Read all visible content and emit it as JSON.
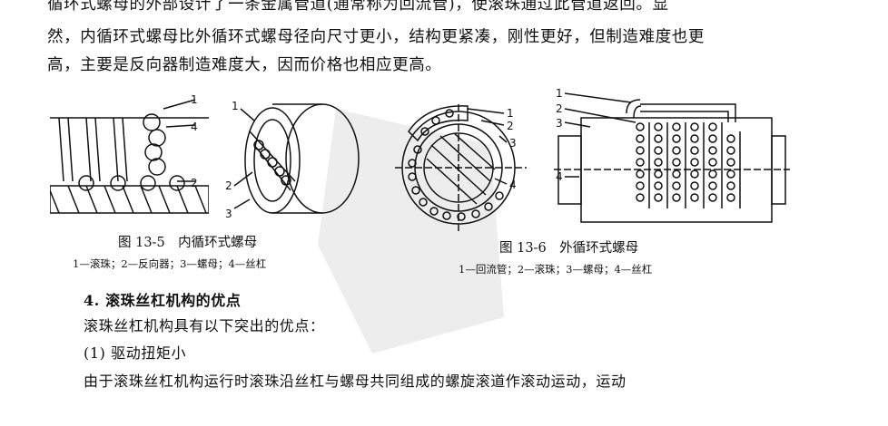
{
  "text": {
    "line0": "循环式螺母的外部设计了一条金属管道(通常称为回流管)，使滚珠通过此管道返回。显",
    "line1": "然，内循环式螺母比外循环式螺母径向尺寸更小，结构更紧凑，刚性更好，但制造难度也更",
    "line2": "高，主要是反向器制造难度大，因而价格也相应更高。",
    "section_title": "4. 滚珠丝杠机构的优点",
    "line4": "滚珠丝杠机构具有以下突出的优点：",
    "line5": "(1) 驱动扭矩小",
    "line6": "由于滚珠丝杠机构运行时滚珠沿丝杠与螺母共同组成的螺旋滚道作滚动运动，运动"
  },
  "figures": {
    "fig5": {
      "caption": "图 13-5　内循环式螺母",
      "legend": "1—滚珠；2—反向器；3—螺母；4—丝杠",
      "numbers": [
        "1",
        "4",
        "2",
        "1",
        "2",
        "3"
      ]
    },
    "fig6": {
      "caption": "图 13-6　外循环式螺母",
      "legend": "1—回流管；2—滚珠；3—螺母；4—丝杠",
      "numbers": [
        "1",
        "2",
        "3",
        "4",
        "1",
        "2",
        "3",
        "4"
      ]
    }
  }
}
